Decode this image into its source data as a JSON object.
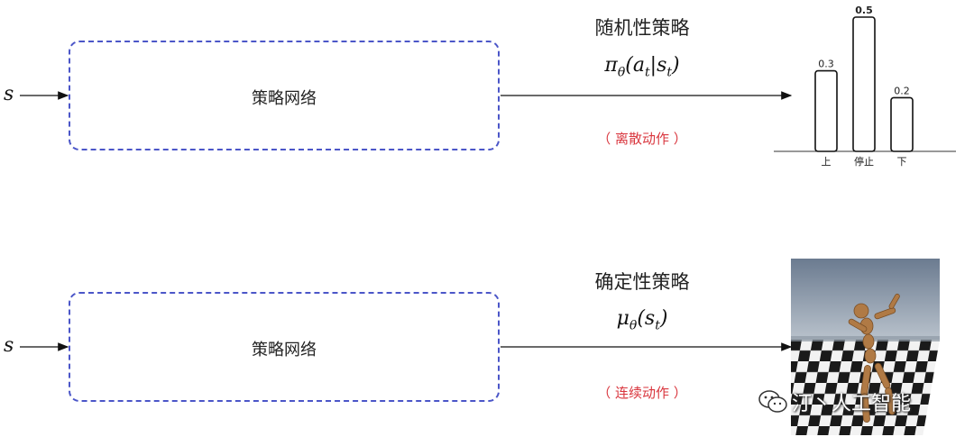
{
  "stochastic": {
    "input_label": "s",
    "network_label": "策略网络",
    "title": "随机性策略",
    "formula": {
      "pi": "π",
      "theta": "θ",
      "a": "a",
      "t1": "t",
      "s": "s",
      "t2": "t"
    },
    "note": "（ 离散动作 ）"
  },
  "deterministic": {
    "input_label": "s",
    "network_label": "策略网络",
    "title": "确定性策略",
    "formula": {
      "mu": "μ",
      "theta": "θ",
      "s": "s",
      "t": "t"
    },
    "note": "（ 连续动作 ）"
  },
  "chart_data": {
    "type": "bar",
    "categories": [
      "上",
      "停止",
      "下"
    ],
    "values": [
      0.3,
      0.5,
      0.2
    ],
    "ylim": [
      0,
      0.5
    ],
    "title": "",
    "xlabel": "",
    "ylabel": ""
  },
  "watermark": {
    "text": "汀丶人工智能",
    "icon": "wechat-icon"
  },
  "colors": {
    "box_dash": "#4b56c8",
    "note_red": "#d9363e"
  }
}
